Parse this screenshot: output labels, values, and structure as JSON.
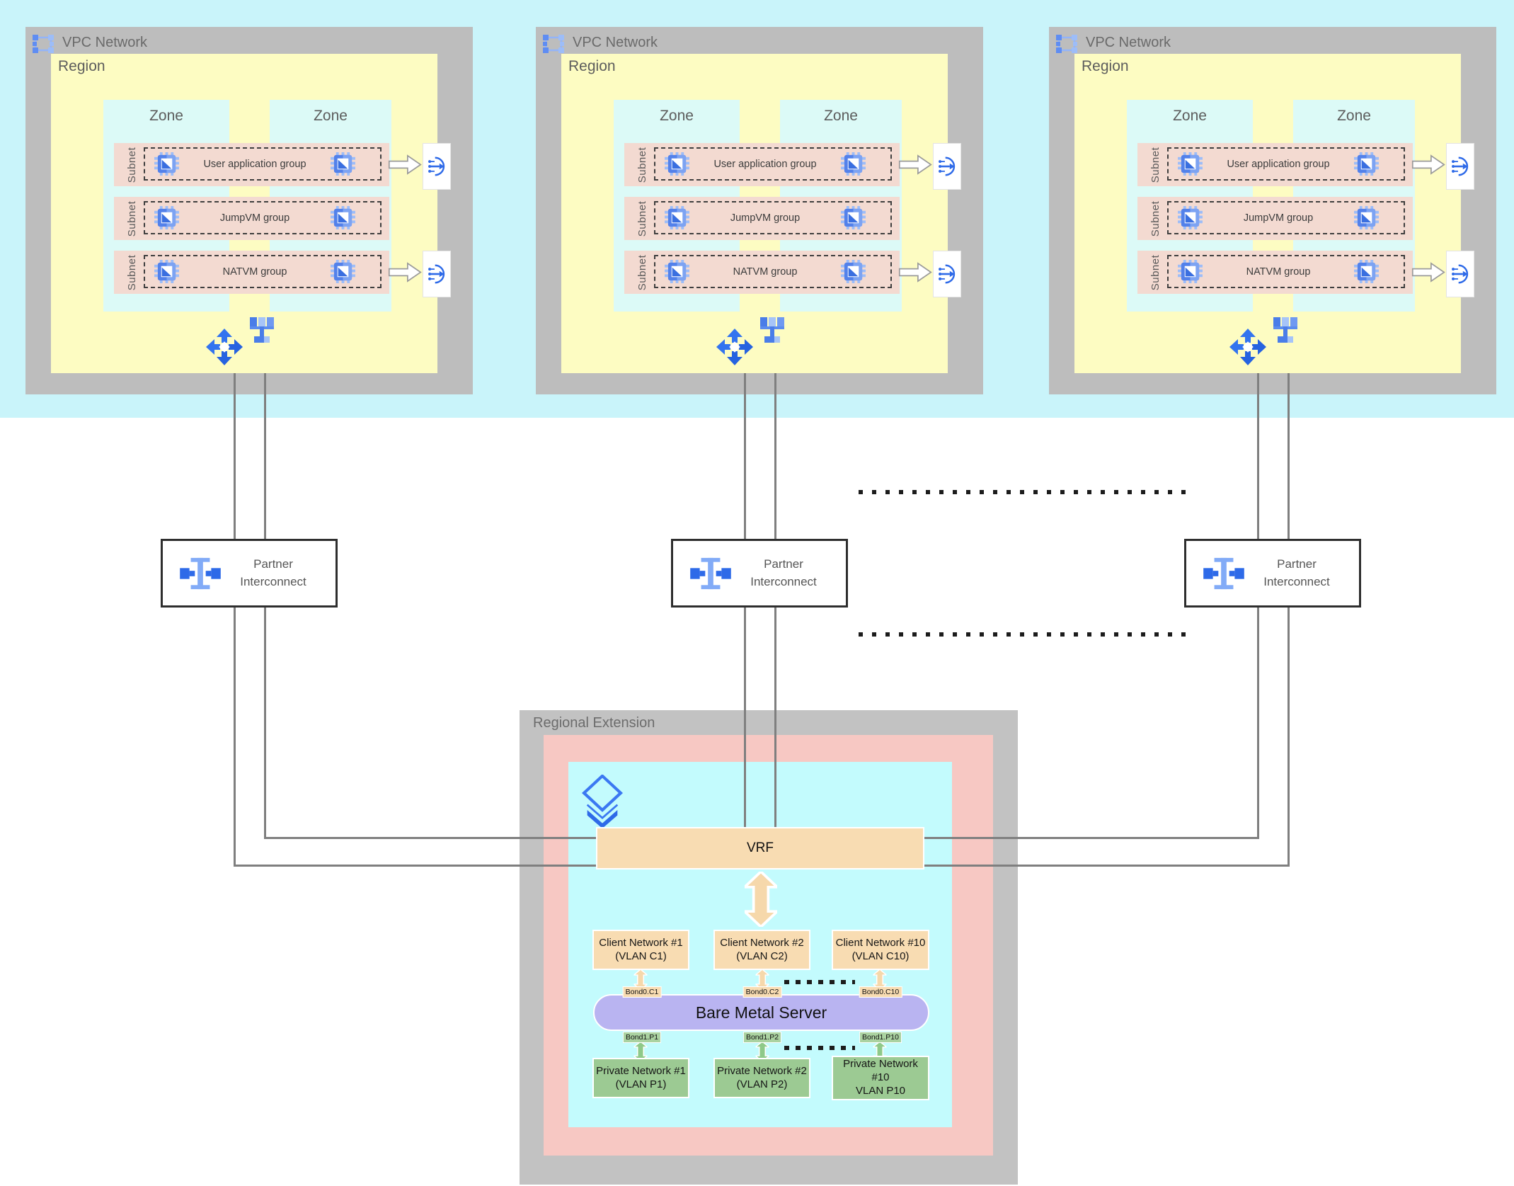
{
  "colors": {
    "top_band_cyan": "#c9f4fa",
    "vpc_gray": "#bdbdbd",
    "region_yellow": "#fdfcc2",
    "zone_cyan": "#dcfaf7",
    "subnet_pink": "#f3dad1",
    "google_blue": "#2e6ae8",
    "connector_gray": "#7f7f7f",
    "re_gray": "#c2c2c2",
    "re_pink": "#f7c8c3",
    "re_cyan": "#c3fbfd",
    "tan": "#f8dcb2",
    "bare_metal_purple": "#b9b4f1",
    "private_green": "#9cca93",
    "bond_green": "#aad2a1"
  },
  "icons": {
    "vpc-network-icon": "blue selection-bracket square",
    "vm-chip-icon": "blue chip with triangle",
    "switch-icon": "blue network switch",
    "data-transfer-icon": "four-way blue arrows",
    "partner-interconnect-icon": "blue plug and socket",
    "load-balancer-icon": "blue fan-out arc with arrow",
    "layers-icon": "blue stacked diamond"
  },
  "vpcs": [
    {
      "title": "VPC Network",
      "region_label": "Region",
      "zone_labels": [
        "Zone",
        "Zone"
      ],
      "subnets": [
        {
          "label": "Subnet",
          "group": "User application group",
          "load_balancer": true
        },
        {
          "label": "Subnet",
          "group": "JumpVM group",
          "load_balancer": false
        },
        {
          "label": "Subnet",
          "group": "NATVM group",
          "load_balancer": true
        }
      ]
    },
    {
      "title": "VPC Network",
      "region_label": "Region",
      "zone_labels": [
        "Zone",
        "Zone"
      ],
      "subnets": [
        {
          "label": "Subnet",
          "group": "User application group",
          "load_balancer": true
        },
        {
          "label": "Subnet",
          "group": "JumpVM group",
          "load_balancer": false
        },
        {
          "label": "Subnet",
          "group": "NATVM group",
          "load_balancer": true
        }
      ]
    },
    {
      "title": "VPC Network",
      "region_label": "Region",
      "zone_labels": [
        "Zone",
        "Zone"
      ],
      "subnets": [
        {
          "label": "Subnet",
          "group": "User application group",
          "load_balancer": true
        },
        {
          "label": "Subnet",
          "group": "JumpVM group",
          "load_balancer": false
        },
        {
          "label": "Subnet",
          "group": "NATVM group",
          "load_balancer": true
        }
      ]
    }
  ],
  "partner_interconnects": [
    {
      "label": "Partner Interconnect"
    },
    {
      "label": "Partner Interconnect"
    },
    {
      "label": "Partner Interconnect"
    }
  ],
  "regional_extension": {
    "title": "Regional Extension",
    "vrf_label": "VRF",
    "client_networks": [
      {
        "name": "Client Network #1",
        "vlan": "(VLAN C1)"
      },
      {
        "name": "Client Network #2",
        "vlan": "(VLAN C2)"
      },
      {
        "name": "Client Network #10",
        "vlan": "(VLAN C10)"
      }
    ],
    "bond0_labels": [
      "Bond0.C1",
      "Bond0.C2",
      "Bond0.C10"
    ],
    "bare_metal_server_label": "Bare Metal Server",
    "bond1_labels": [
      "Bond1.P1",
      "Bond1.P2",
      "Bond1.P10"
    ],
    "private_networks": [
      {
        "name": "Private Network #1",
        "vlan": "(VLAN P1)"
      },
      {
        "name": "Private Network #2",
        "vlan": "(VLAN P2)"
      },
      {
        "name": "Private Network #10",
        "vlan": "VLAN P10"
      }
    ]
  }
}
